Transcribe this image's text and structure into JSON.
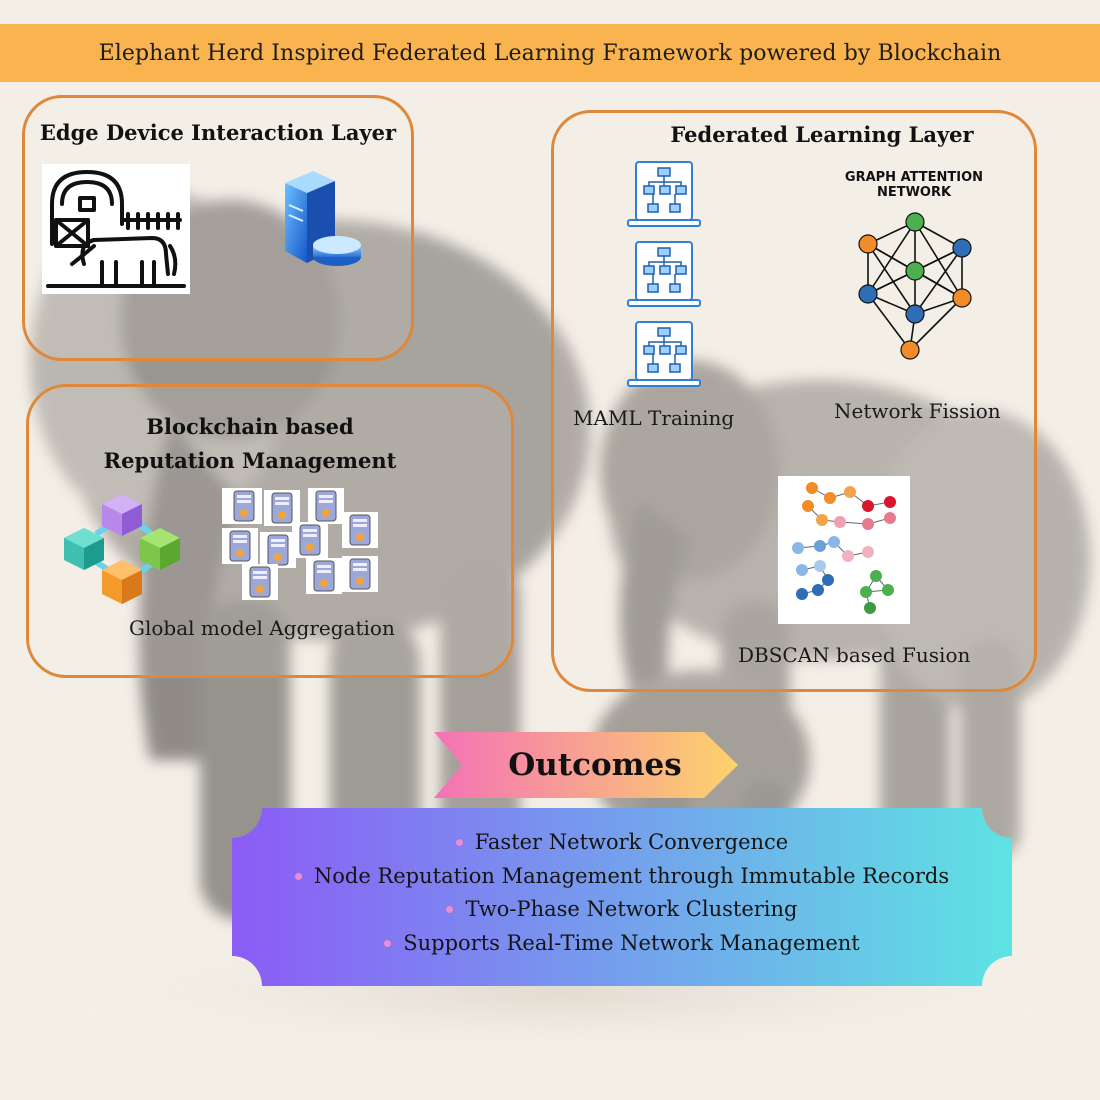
{
  "header": {
    "title": "Elephant Herd Inspired Federated Learning Framework powered by Blockchain"
  },
  "layers": {
    "edge": {
      "title": "Edge Device Interaction Layer",
      "icons": [
        "farm-barn-cow-icon",
        "server-database-icon"
      ]
    },
    "blockchain": {
      "title": "Blockchain based Reputation Management",
      "caption": "Global model Aggregation",
      "icons": [
        "blockchain-cubes-icon",
        "server-cluster-icon"
      ]
    },
    "federated": {
      "title": "Federated Learning Layer",
      "gat_label_line1": "GRAPH ATTENTION",
      "gat_label_line2": "NETWORK",
      "maml_caption": "MAML Training",
      "fission_caption": "Network Fission",
      "fusion_caption": "DBSCAN based Fusion",
      "icons": [
        "flowchart-laptop-icon",
        "graph-attention-network-icon",
        "cluster-graph-icon"
      ]
    }
  },
  "outcomes": {
    "title": "Outcomes",
    "items": [
      "Faster Network Convergence",
      "Node Reputation Management through Immutable Records",
      "Two-Phase Network Clustering",
      "Supports Real-Time Network Management"
    ]
  },
  "colors": {
    "banner": "#f9b44f",
    "box_border": "#e0883a",
    "panel_gradient_start": "#8b5cf6",
    "panel_gradient_end": "#5ee3e3",
    "tag_gradient_start": "#f472b6",
    "tag_gradient_end": "#fcd36b"
  }
}
